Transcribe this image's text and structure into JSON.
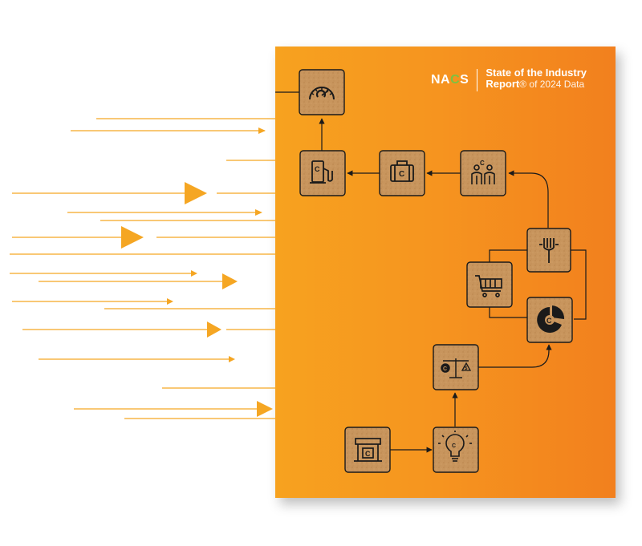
{
  "brand": {
    "logo_prefix": "NA",
    "logo_c": "C",
    "logo_suffix": "S",
    "title_line1": "State of the Industry",
    "title_line2_bold": "Report",
    "title_line2_rest": "® of 2024 Data"
  },
  "icons": [
    "gauge-icon",
    "fuel-pump-icon",
    "briefcase-icon",
    "people-icon",
    "fork-icon",
    "shopping-cart-icon",
    "pie-chart-icon",
    "balance-scale-icon",
    "lightbulb-icon",
    "store-icon"
  ],
  "colors": {
    "cover_light": "#f7a21f",
    "cover_dark": "#f2801e",
    "arrow": "#f5a623",
    "tile": "#c9935a",
    "logo_accent": "#7cc242"
  }
}
